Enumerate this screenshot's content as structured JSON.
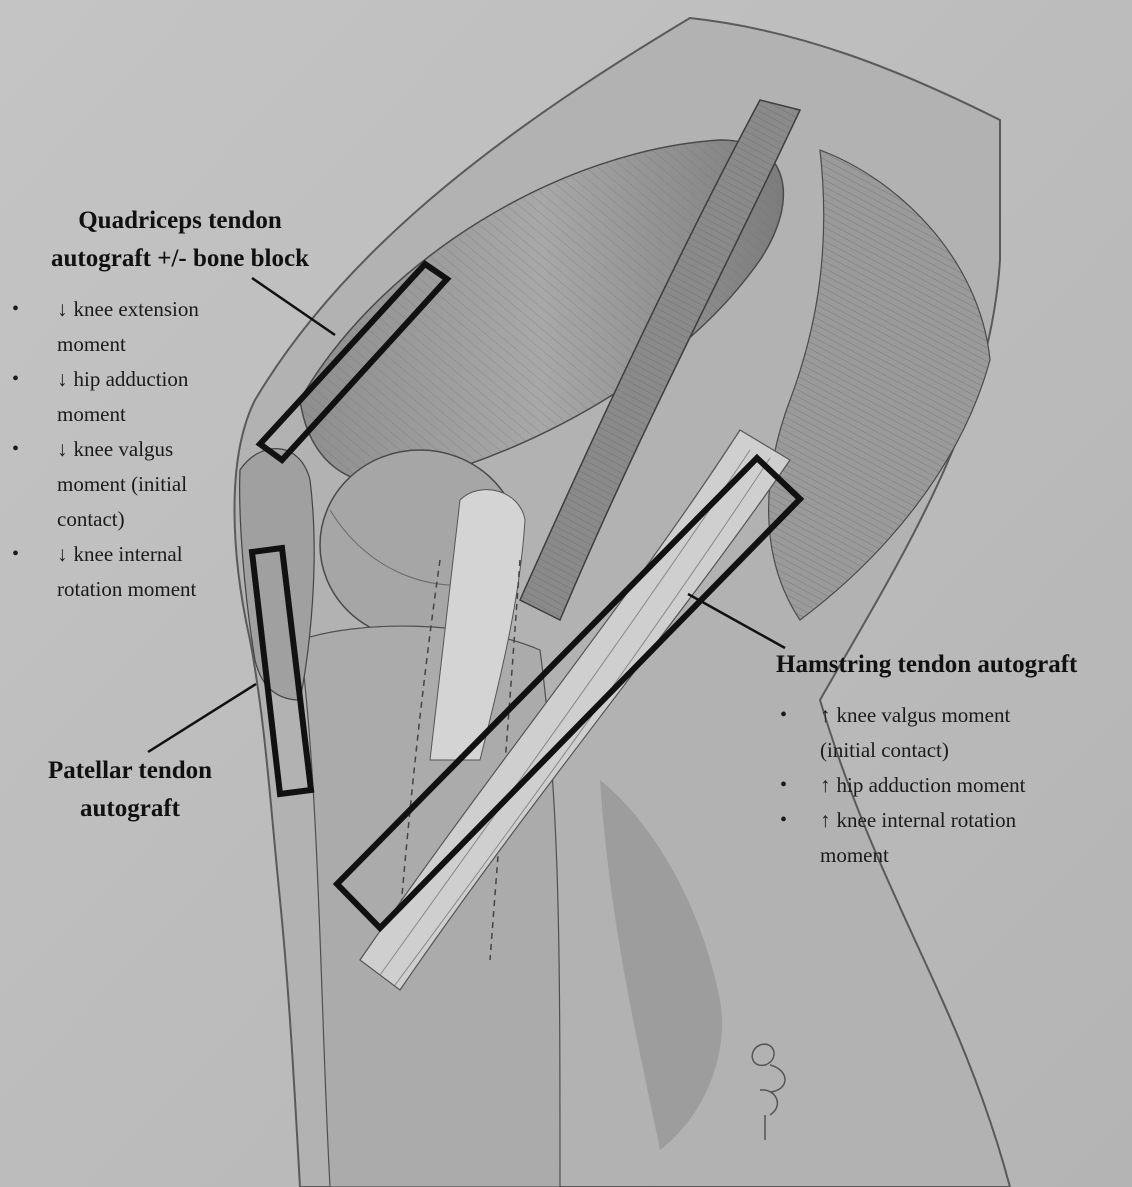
{
  "quadriceps": {
    "heading_line1": "Quadriceps tendon",
    "heading_line2": "autograft +/- bone block",
    "effects": [
      {
        "arrow": "↓",
        "text": "knee extension moment"
      },
      {
        "arrow": "↓",
        "text": "hip adduction moment"
      },
      {
        "arrow": "↓",
        "text": "knee valgus moment (initial contact)"
      },
      {
        "arrow": "↓",
        "text": "knee internal rotation moment"
      }
    ]
  },
  "patellar": {
    "heading_line1": "Patellar tendon",
    "heading_line2": "autograft"
  },
  "hamstring": {
    "heading": "Hamstring tendon autograft",
    "effects": [
      {
        "arrow": "↑",
        "text": "knee valgus moment (initial contact)"
      },
      {
        "arrow": "↑",
        "text": "hip adduction moment"
      },
      {
        "arrow": "↑",
        "text": "knee internal rotation moment"
      }
    ]
  }
}
